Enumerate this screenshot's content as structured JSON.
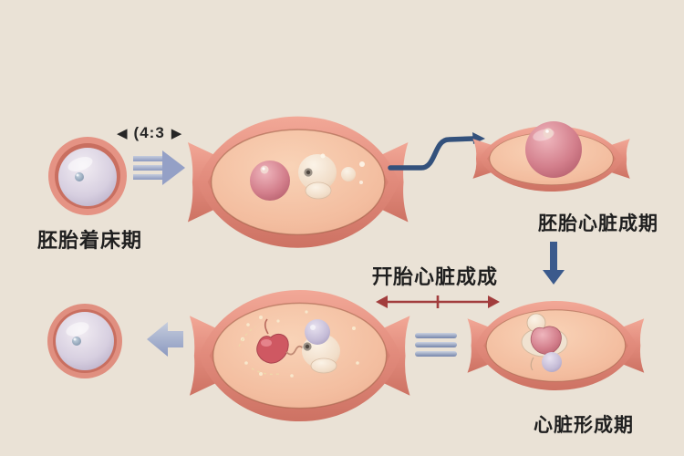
{
  "diagram": {
    "type": "medical-illustration",
    "subject": "embryo development stages in uterus"
  },
  "marker": {
    "prev_icon": "◀",
    "text": "(4:3",
    "next_icon": "▶"
  },
  "labels": {
    "stage_implantation": "胚胎着床期",
    "stage_embryo_heart": "胚胎心脏成期",
    "stage_fetal_heart": "幵胎心脏成成",
    "stage_heart_formation": "心脏形成期"
  },
  "icons": {
    "triple-stripe-right-arrow": "three periwinkle stripes with solid arrowhead",
    "s-curve-connector": "navy S-shaped flow line with small arrowhead",
    "down-arrow": "solid navy downward arrow",
    "double-headed-red-arrow": "dark red span arrow with center tick",
    "equals-bars": "three horizontal blue-gray bars",
    "left-arrow": "solid periwinkle leftward arrow"
  },
  "colors": {
    "background": "#eae2d6",
    "uterus_wall": "#e18a7b",
    "uterus_wall_shadow": "#cd7263",
    "cavity": "#f3c0a4",
    "pink_sphere": "#c9707f",
    "cream_embryo": "#f3e6d6",
    "lavender_sphere": "#c4bbd6",
    "navy_arrow": "#33517c",
    "periwinkle_arrow": "#94a0c6",
    "red_arrow": "#a23d3d",
    "text": "#1f1f1f"
  }
}
